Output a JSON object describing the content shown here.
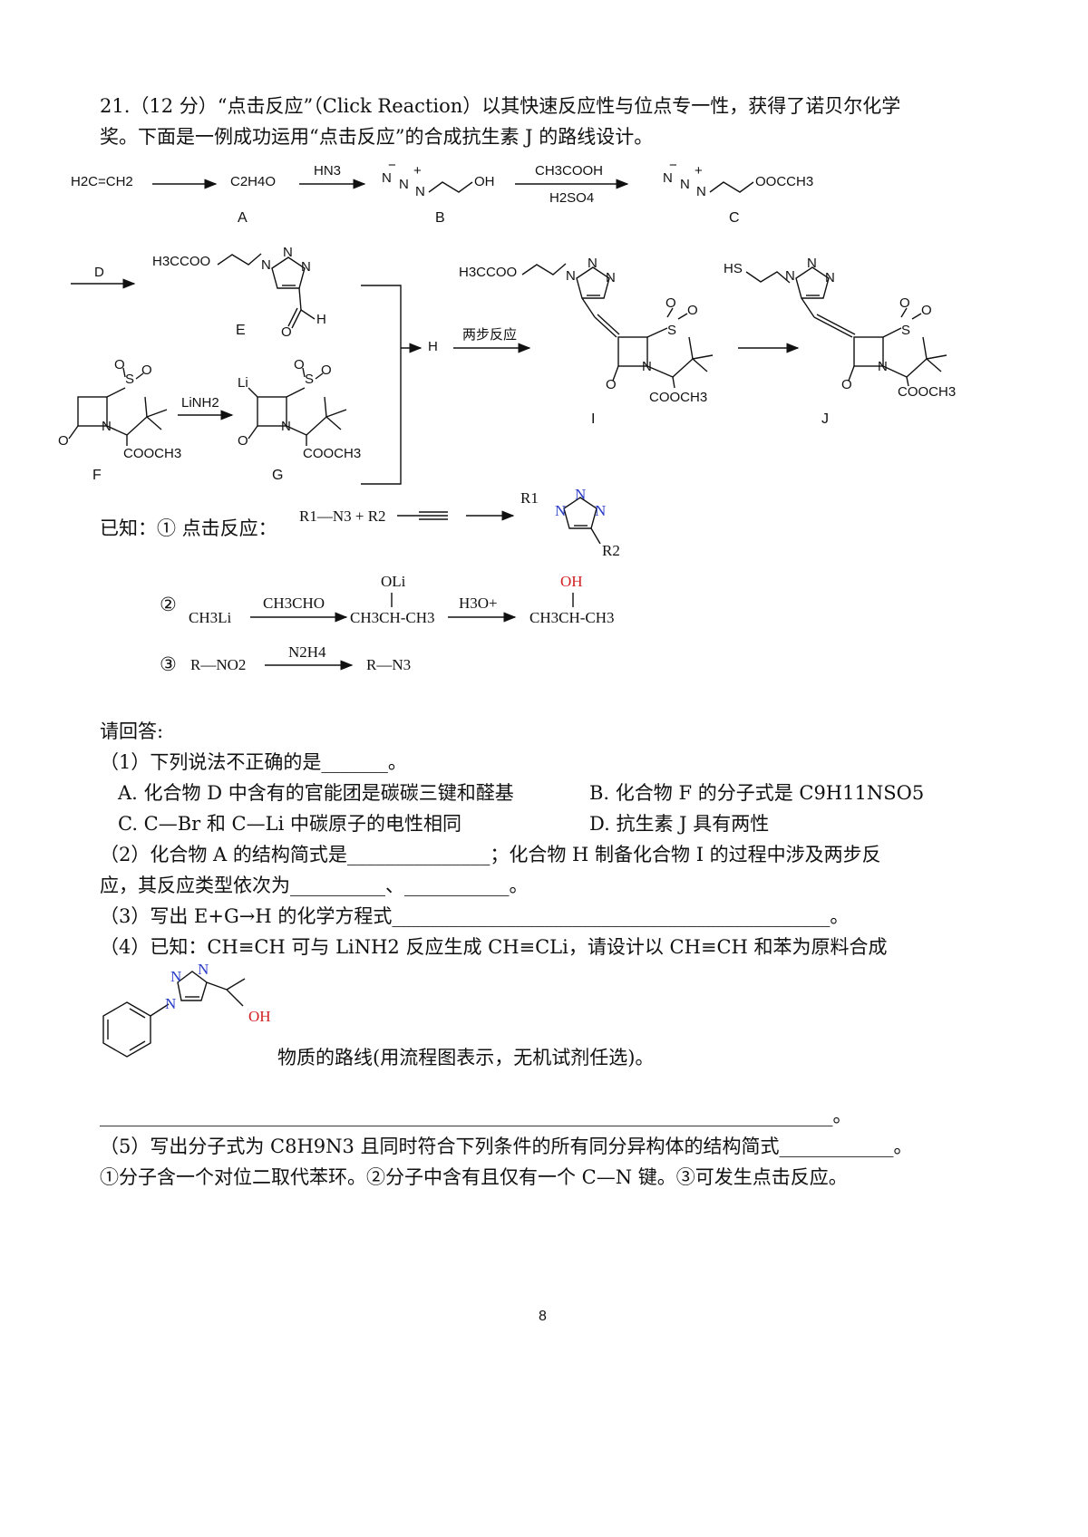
{
  "question": {
    "line1": "21.（12 分）“点击反应”（Click Reaction）以其快速反应性与位点专一性，获得了诺贝尔化学",
    "line2": "奖。下面是一例成功运用“点击反应”的合成抗生素 J 的路线设计。"
  },
  "scheme": {
    "ethylene": "H2C=CH2",
    "a_formula": "C2H4O",
    "reagent_hn3": "HN3",
    "reagent_ch3cooh": "CH3COOH",
    "reagent_h2so4": "H2SO4",
    "b_oh": "OH",
    "c_oac": "OOCCH3",
    "reagent_d": "D",
    "e_oac": "H3CCOO",
    "e_h": "H",
    "e_o": "O",
    "h_label": "H",
    "two_step": "两步反应",
    "i_oac": "H3CCOO",
    "j_hs": "HS",
    "ester": "COOCH3",
    "reagent_linh2": "LiNH2",
    "g_li": "Li",
    "atom_n": "N",
    "atom_s": "S",
    "atom_o": "O",
    "minus": "−",
    "plus": "+",
    "labels": {
      "A": "A",
      "B": "B",
      "C": "C",
      "E": "E",
      "F": "F",
      "G": "G",
      "I": "I",
      "J": "J"
    }
  },
  "known": {
    "intro": "已知：① 点击反应：",
    "r1n3": "R1—N3 + R2",
    "r1": "R1",
    "r2": "R2",
    "n": "N",
    "num2": "②",
    "ch3li": "CH3Li",
    "ch3cho": "CH3CHO",
    "oli": "OLi",
    "product_mid": "CH3CH-CH3",
    "h3o": "H3O+",
    "oh": "OH",
    "product_end": "CH3CH-CH3",
    "num3": "③",
    "rno2": "R—NO2",
    "n2h4": "N2H4",
    "rn3": "R—N3"
  },
  "answers": {
    "prompt": "请回答:",
    "q1": "（1）下列说法不正确的是_______。",
    "q1_a": "A. 化合物 D 中含有的官能团是碳碳三键和醛基",
    "q1_b": "B. 化合物 F 的分子式是 C9H11NSO5",
    "q1_c": "C.   C—Br 和 C—Li 中碳原子的电性相同",
    "q1_d": "D. 抗生素 J 具有两性",
    "q2_l1": "（2）化合物 A 的结构简式是_______________；化合物 H 制备化合物 I 的过程中涉及两步反",
    "q2_l2": "应，其反应类型依次为__________、___________。",
    "q3": "（3）写出 E+G→H 的化学方程式______________________________________________。",
    "q4_l1": "（4）已知：CH≡CH 可与 LiNH2 反应生成 CH≡CLi，请设计以 CH≡CH 和苯为原料合成",
    "q4_oh": "OH",
    "q4_l2": "物质的路线(用流程图表示，无机试剂任选)。",
    "q4_blank": "_____________________________________________________________________________。",
    "q5_l1": "（5）写出分子式为 C8H9N3 且同时符合下列条件的所有同分异构体的结构简式____________。",
    "q5_l2": "①分子含一个对位二取代苯环。②分子中含有且仅有一个 C—N 键。③可发生点击反应。"
  },
  "page_number": "8",
  "colors": {
    "red": "#d42020",
    "blue": "#2a3cc8"
  }
}
